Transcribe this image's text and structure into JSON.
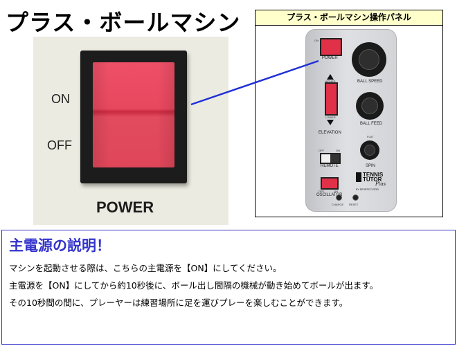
{
  "page_title": "プラス・ボールマシン",
  "switch_photo": {
    "on_label": "ON",
    "off_label": "OFF",
    "power_label": "POWER"
  },
  "panel": {
    "caption": "プラス・ボールマシン操作パネル",
    "labels": {
      "power_on": "ON",
      "power": "POWER",
      "ball_speed": "BALL SPEED",
      "higher": "HIGHER",
      "lower": "LOWER",
      "elevation": "ELEVATION",
      "ball_feed": "BALL FEED",
      "remote_off": "OFF",
      "remote_on": "ON",
      "remote": "REMOTE",
      "spin": "SPIN",
      "spin_flat": "FLAT",
      "osc_off": "OFF",
      "osc_on": "ON",
      "oscillator": "OSCILLATOR",
      "charge": "CHARGE",
      "reset": "RESET",
      "brand_line1": "TENNIS",
      "brand_line2": "TUTOR",
      "brand_plus": "Plus",
      "brand_by": "BY SPORTS TUTOR"
    }
  },
  "explanation": {
    "title": "主電源の説明！",
    "lines": [
      "マシンを起動させる際は、こちらの主電源を【ON】にしてください。",
      "主電源を【ON】にしてから約10秒後に、ボール出し間隔の機械が動き始めてボールが出ます。",
      "その10秒間の間に、プレーヤーは練習場所に足を運びプレーを楽しむことができます。"
    ]
  },
  "colors": {
    "switch_red": "#e7485e",
    "heading_blue": "#3333cc",
    "caption_yellow": "#ffffcc",
    "connector_blue": "#1f2fd6"
  }
}
